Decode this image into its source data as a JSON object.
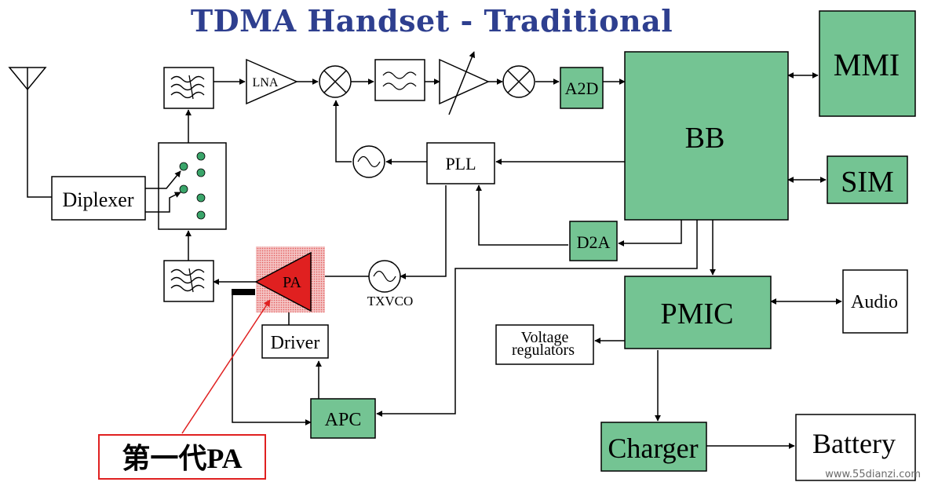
{
  "title": "TDMA Handset - Traditional",
  "blocks": {
    "diplexer": "Diplexer",
    "lna": "LNA",
    "a2d": "A2D",
    "bb": "BB",
    "mmi": "MMI",
    "sim": "SIM",
    "pll": "PLL",
    "d2a": "D2A",
    "pa": "PA",
    "txvco": "TXVCO",
    "driver": "Driver",
    "apc": "APC",
    "pmic": "PMIC",
    "audio": "Audio",
    "voltage_line1": "Voltage",
    "voltage_line2": "regulators",
    "charger": "Charger",
    "battery": "Battery"
  },
  "annotation": "第一代PA",
  "watermark": "www.55dianzi.com",
  "colors": {
    "green": "#74c493",
    "red": "#e02020",
    "title": "#2e3f8f"
  },
  "icons": [
    "antenna-icon",
    "filter-icon",
    "mixer-icon",
    "oscillator-icon",
    "variable-amplifier-icon",
    "switch-icon"
  ]
}
